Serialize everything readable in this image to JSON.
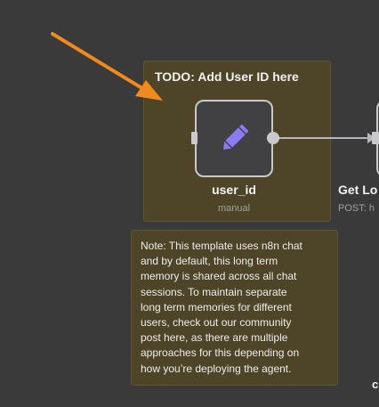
{
  "colors": {
    "canvas_bg": "#3a3a3b",
    "sticky_bg": "#4e4528",
    "node_bg": "#414143",
    "node_border": "#c9c9cc",
    "node_icon": "#8b7cf6",
    "annotation_arrow": "#f08a1c"
  },
  "sticky_main": {
    "title": "TODO: Add User ID here"
  },
  "node": {
    "name": "user_id",
    "subtitle": "manual",
    "icon": "pencil-icon"
  },
  "next_node": {
    "name": "Get Lo",
    "subtitle": "POST: h"
  },
  "sticky_note": {
    "text": "Note: This template uses n8n chat\nand by default, this long term\nmemory is shared across all chat\nsessions. To maintain separate\nlong term memories for different\nusers, check out our community\npost here, as there are multiple\napproaches for this depending on\nhow you’re deploying the agent."
  },
  "corner": {
    "text": "c"
  },
  "annotation": {
    "icon": "arrow-annotation-icon"
  }
}
